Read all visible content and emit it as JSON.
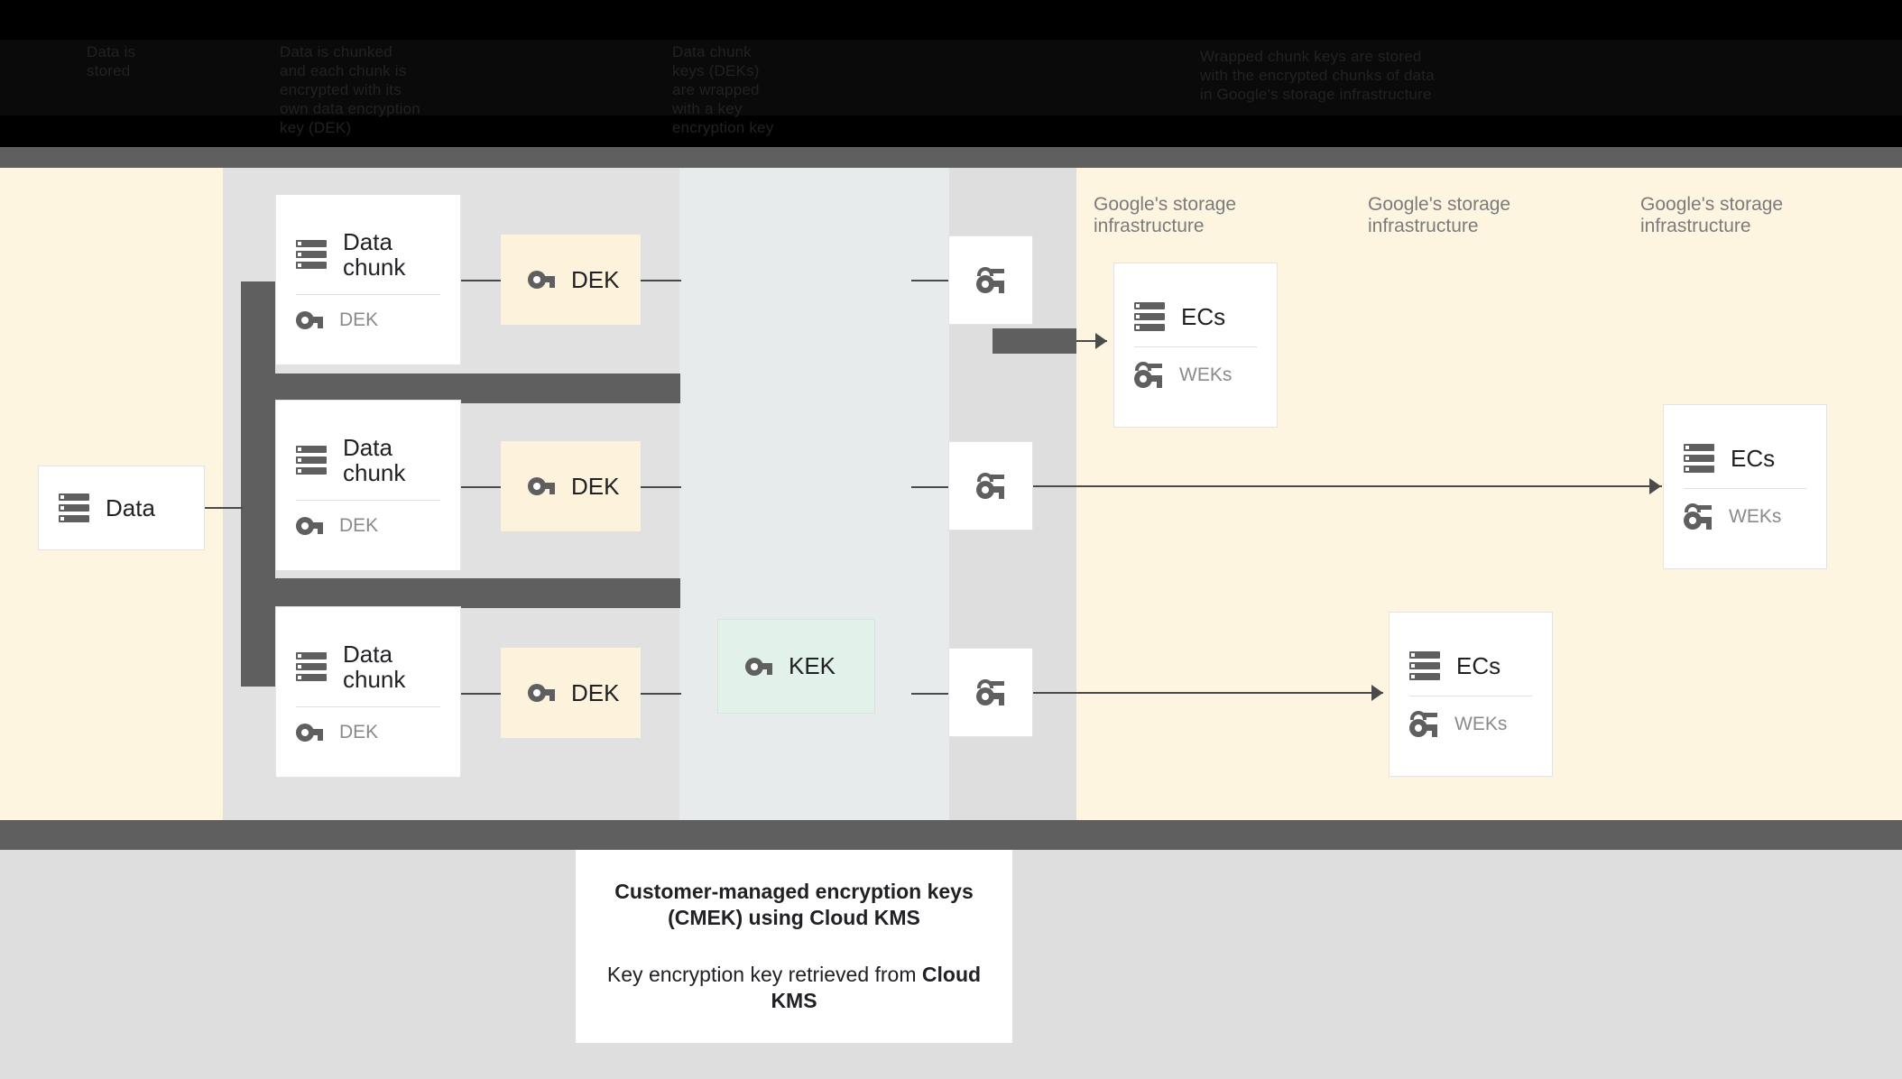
{
  "header": {
    "col1": "Data is\nstored",
    "col2": "Data is chunked\nand each chunk is\nencrypted with its\nown data encryption\nkey (DEK)",
    "col3": "Data chunk\nkeys (DEKs)\nare wrapped\nwith a key\nencryption key",
    "col4": "Wrapped chunk keys are stored\nwith the encrypted chunks of data\nin Google's storage infrastructure"
  },
  "diagram": {
    "source": {
      "title": "Data",
      "icon": "server-icon"
    },
    "chunks": [
      {
        "title": "Data chunk",
        "key_label": "DEK",
        "key_icon": "key-icon",
        "icon": "server-icon"
      },
      {
        "title": "Data chunk",
        "key_label": "DEK",
        "key_icon": "key-icon",
        "icon": "server-icon"
      },
      {
        "title": "Data chunk",
        "key_label": "DEK",
        "key_icon": "key-icon",
        "icon": "server-icon"
      }
    ],
    "dek_boxes": [
      {
        "label": "DEK",
        "icon": "key-icon"
      },
      {
        "label": "DEK",
        "icon": "key-icon"
      },
      {
        "label": "DEK",
        "icon": "key-icon"
      }
    ],
    "kek": {
      "label": "KEK",
      "icon": "key-icon"
    },
    "wrapped_tiles": [
      {
        "icon": "wrapped-key-icon"
      },
      {
        "icon": "wrapped-key-icon"
      },
      {
        "icon": "wrapped-key-icon"
      }
    ],
    "infra_labels": [
      "Google's storage\ninfrastructure",
      "Google's storage\ninfrastructure",
      "Google's storage\ninfrastructure"
    ],
    "ec_cards": [
      {
        "title": "ECs",
        "key_label": "WEKs",
        "key_icon": "wrapped-key-icon",
        "icon": "server-icon"
      },
      {
        "title": "ECs",
        "key_label": "WEKs",
        "key_icon": "wrapped-key-icon",
        "icon": "server-icon"
      },
      {
        "title": "ECs",
        "key_label": "WEKs",
        "key_icon": "wrapped-key-icon",
        "icon": "server-icon"
      }
    ]
  },
  "caption": {
    "line1": "Customer-managed encryption keys (CMEK) using Cloud KMS",
    "line2_prefix": "Key encryption key retrieved from ",
    "line2_strong": "Cloud KMS"
  },
  "colors": {
    "cream": "#fdf5e0",
    "grey_band": "#e1e1e1",
    "blue_band": "#e7ebec",
    "dark_grey": "#5f5f5f",
    "kek_green": "#e2f2ea",
    "dek_cream": "#fdf3dd",
    "footer_grey": "#dedede",
    "text": "#202124",
    "muted_text": "#7b7b7b"
  }
}
